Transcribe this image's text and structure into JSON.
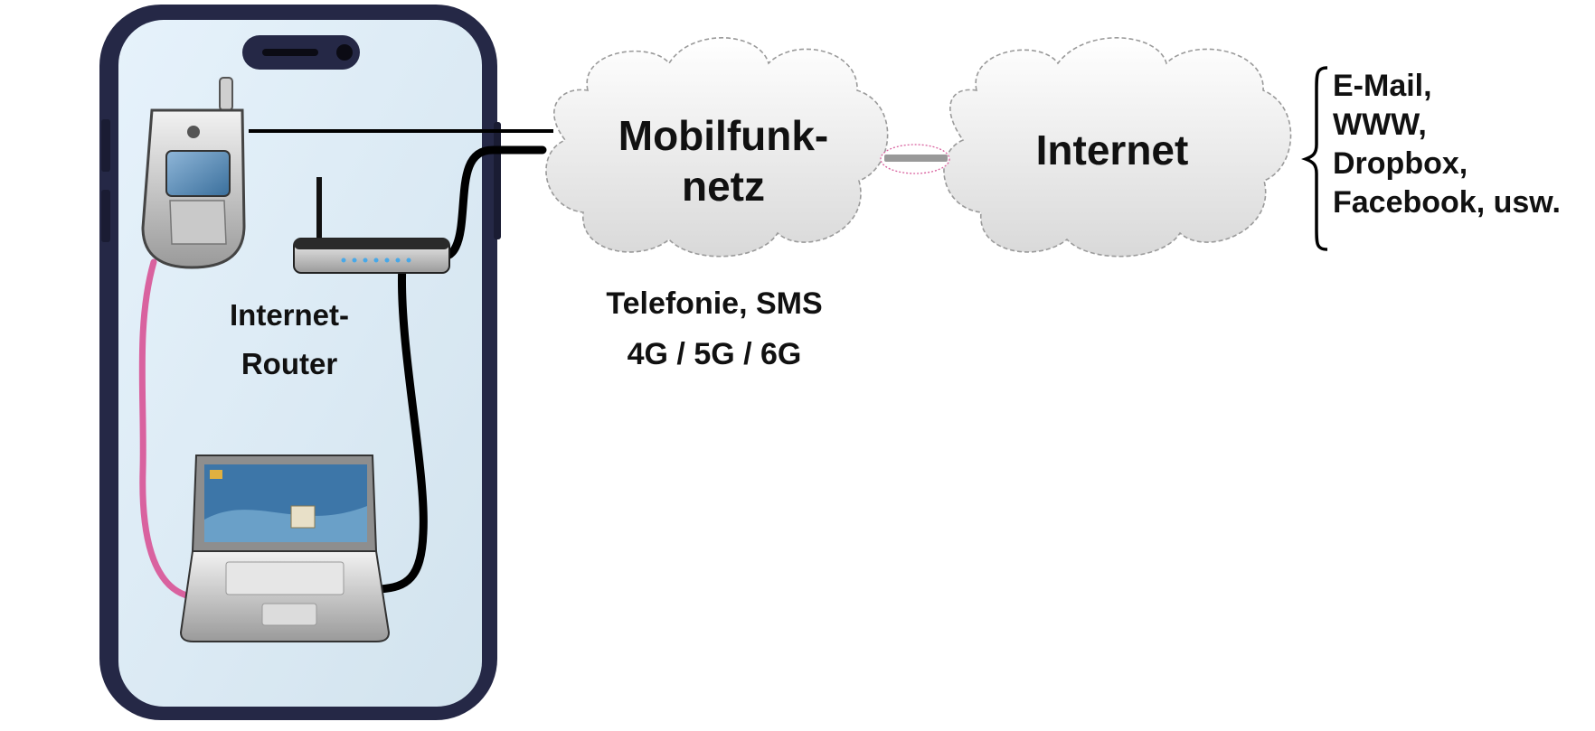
{
  "router_label": [
    "Internet-",
    "Router"
  ],
  "mobile_network": {
    "label": [
      "Mobilfunk-",
      "netz"
    ],
    "subtitle": [
      "Telefonie, SMS",
      "4G / 5G / 6G"
    ]
  },
  "internet": {
    "label": "Internet"
  },
  "services": [
    "E-Mail,",
    "WWW,",
    "Dropbox,",
    "Facebook, usw."
  ],
  "colors": {
    "phone_frame": "#252846",
    "phone_screen": "#dfeef8",
    "usb_cable": "#d9629f",
    "network_cable": "#000000",
    "cloud_fill": "#eeeeee",
    "link_bar": "#999999"
  },
  "icons": [
    "smartphone-frame",
    "mobile-phone-icon",
    "router-icon",
    "laptop-icon",
    "cloud-icon",
    "curly-brace-icon"
  ]
}
